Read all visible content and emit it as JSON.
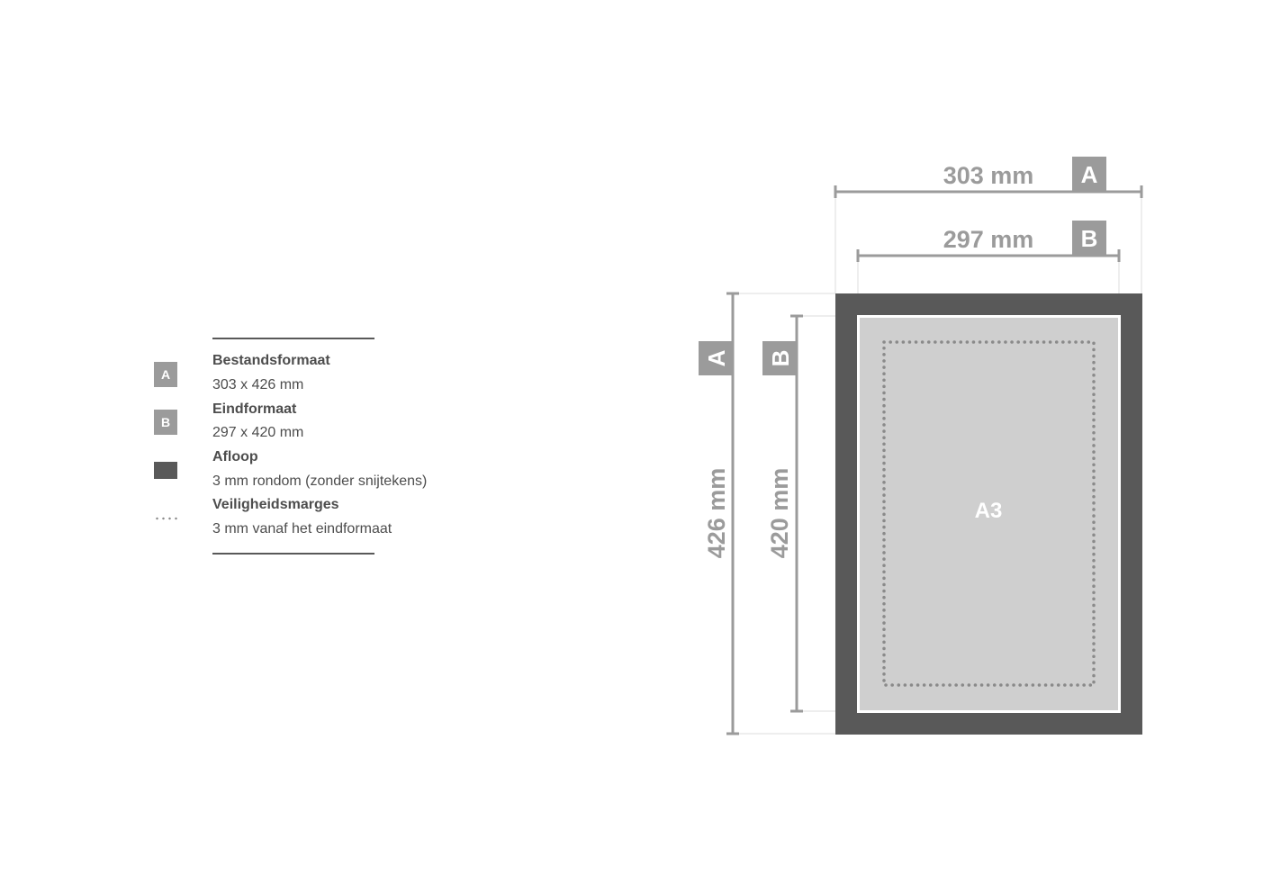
{
  "legend": {
    "items": [
      {
        "icon": "badge",
        "badge": "A",
        "title": "Bestandsformaat",
        "desc": "303 x 426 mm"
      },
      {
        "icon": "badge",
        "badge": "B",
        "title": "Eindformaat",
        "desc": "297 x 420 mm"
      },
      {
        "icon": "dark-swatch",
        "title": "Afloop",
        "desc": "3 mm rondom (zonder snijtekens)"
      },
      {
        "icon": "dotted-line",
        "title": "Veiligheidsmarges",
        "desc": "3 mm vanaf het eindformaat"
      }
    ]
  },
  "diagram": {
    "width_a": "303 mm",
    "width_b": "297 mm",
    "height_a": "426 mm",
    "height_b": "420 mm",
    "badge_a": "A",
    "badge_b": "B",
    "format_label": "A3"
  },
  "colors": {
    "bleed": "#595959",
    "page": "#cfcfcf",
    "dimension": "#9b9b9b",
    "text": "#4d4d4d",
    "safety_dots": "#8a8a8a"
  }
}
